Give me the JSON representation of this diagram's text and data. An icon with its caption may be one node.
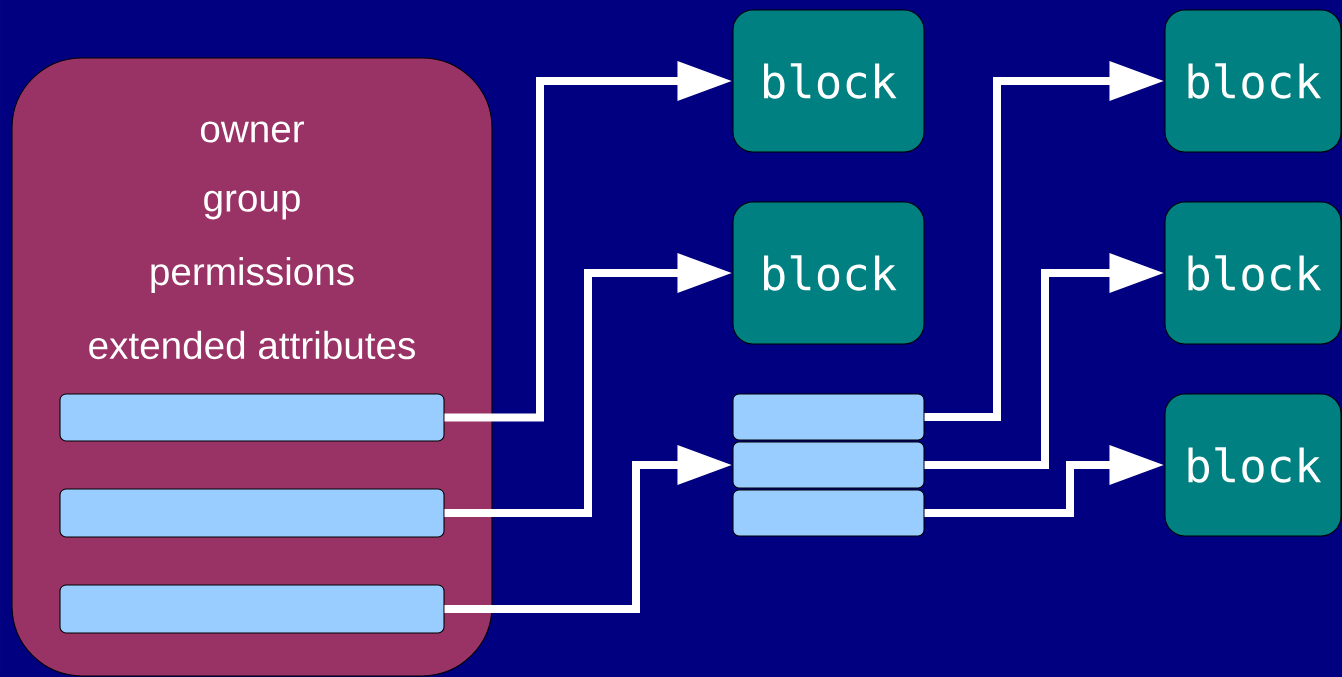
{
  "diagram": {
    "nodes": [
      {
        "text": [
          "owner",
          "group",
          "permissions",
          "extended attributes"
        ]
      },
      {
        "text": [],
        "shape": "bar",
        "in": 0
      },
      {
        "text": [],
        "shape": "bar",
        "in": 0
      },
      {
        "text": [],
        "shape": "bar",
        "in": 0
      },
      {
        "text": [
          "block"
        ]
      },
      {
        "text": [
          "block"
        ]
      },
      {
        "text": [],
        "shape": "bar"
      },
      {
        "text": [],
        "shape": "bar"
      },
      {
        "text": [],
        "shape": "bar"
      },
      {
        "text": [
          "block"
        ]
      },
      {
        "text": [
          "block"
        ]
      },
      {
        "text": [
          "block"
        ]
      }
    ],
    "edges": [
      {
        "from": 1,
        "to": 4,
        "arrow": "to"
      },
      {
        "from": 2,
        "to": 5,
        "arrow": "to"
      },
      {
        "from": 3,
        "to": 7,
        "arrow": "to"
      },
      {
        "from": 6,
        "to": 9,
        "arrow": "to"
      },
      {
        "from": 7,
        "to": 10,
        "arrow": "to"
      },
      {
        "from": 8,
        "to": 11,
        "arrow": "to"
      }
    ]
  }
}
